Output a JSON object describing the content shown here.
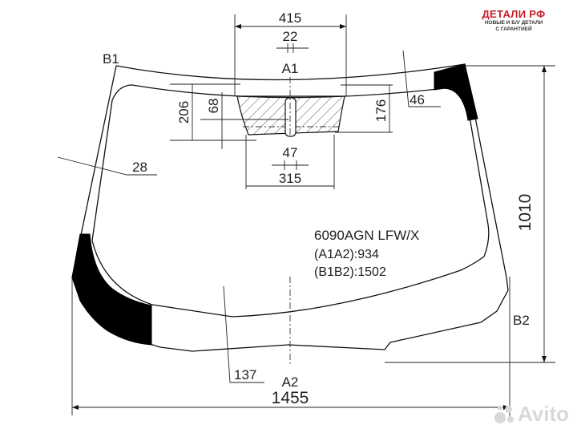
{
  "brand": {
    "title": "ДЕТАЛИ РФ",
    "subtitle_line1": "НОВЫЕ И Б/У ДЕТАЛИ",
    "subtitle_line2": "С ГАРАНТИЕЙ",
    "color": "#c8202a"
  },
  "watermark": {
    "text": "Avito"
  },
  "part": {
    "code": "6090AGN LFW/X",
    "a1a2": "(A1A2):934",
    "b1b2": "(B1B2):1502"
  },
  "points": {
    "a1": "A1",
    "a2": "A2",
    "b1": "B1",
    "b2": "B2"
  },
  "dimensions": {
    "top_width": "415",
    "center_gap": "22",
    "height_left": "206",
    "height_inner": "68",
    "height_right": "176",
    "sensor_gap": "47",
    "sensor_width": "315",
    "border_left": "28",
    "border_top_right": "46",
    "border_bottom": "137",
    "total_height": "1010",
    "total_width": "1455"
  },
  "colors": {
    "line": "#111111",
    "background": "#ffffff",
    "ceramic_band": "#000000"
  }
}
